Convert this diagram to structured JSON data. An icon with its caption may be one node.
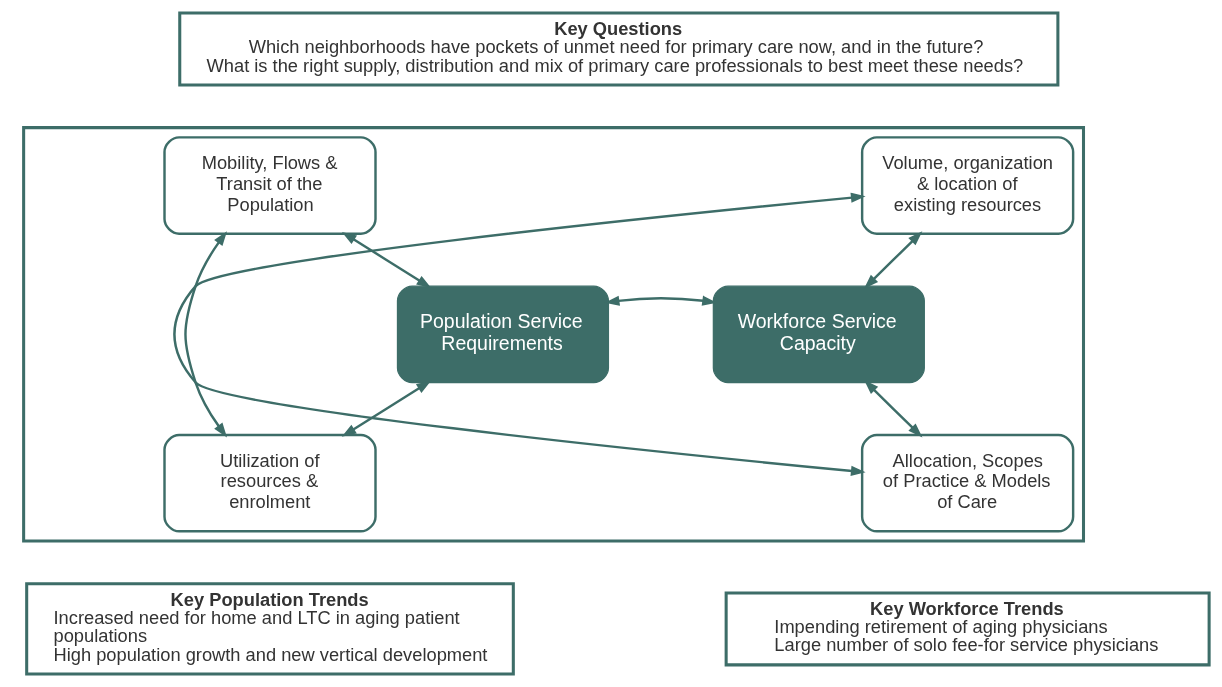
{
  "diagram": {
    "nodes": [
      {
        "text": [
          "Key Questions",
          "Which neighborhoods have pockets of unmet need for primary care now, and in the future?",
          "What is the right supply, distribution and mix of primary care professionals to best meet these needs?"
        ]
      },
      {
        "text": [],
        "shape": "box"
      },
      {
        "text": [
          "Mobility, Flows & Transit of the Population"
        ],
        "in": 1
      },
      {
        "text": [
          "Utilization of resources & enrolment"
        ],
        "in": 1
      },
      {
        "text": [
          "Population Service Requirements"
        ],
        "in": 1
      },
      {
        "text": [
          "Workforce Service Capacity"
        ],
        "in": 1
      },
      {
        "text": [
          "Volume, organization & location of existing resources"
        ],
        "in": 1
      },
      {
        "text": [
          "Allocation, Scopes of Practice & Models of Care"
        ],
        "in": 1
      },
      {
        "text": [
          "Key Population Trends",
          "Increased need for home and LTC in aging patient populations",
          "High population growth and new vertical development"
        ]
      },
      {
        "text": [
          "Key Workforce Trends",
          "Impending retirement of aging physicians",
          "Large number of solo fee-for service physicians"
        ]
      }
    ],
    "edges": [
      {
        "from": 2,
        "to": 4,
        "arrow": "both"
      },
      {
        "from": 2,
        "to": 3,
        "arrow": "both"
      },
      {
        "from": 3,
        "to": 4,
        "arrow": "both"
      },
      {
        "from": 4,
        "to": 5,
        "arrow": "both"
      },
      {
        "from": 5,
        "to": 6,
        "arrow": "both"
      },
      {
        "from": 6,
        "to": 7,
        "arrow": "both"
      },
      {
        "from": 5,
        "to": 7,
        "arrow": "both"
      }
    ]
  }
}
